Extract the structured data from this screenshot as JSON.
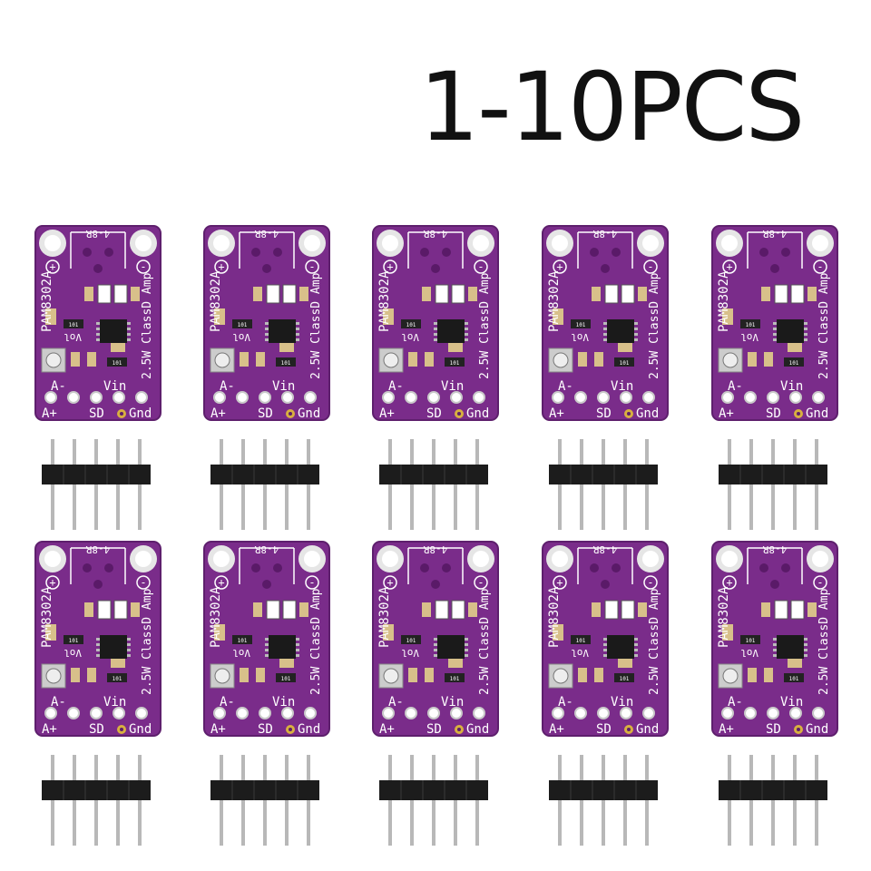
{
  "headline": "1-10PCS",
  "board": {
    "chip_label": "PAM8302A",
    "class_label": "2.5W ClassD Amp",
    "speaker_label": "4-8R",
    "pin_a_minus": "A-",
    "pin_vin": "Vin",
    "pin_a_plus": "A+",
    "pin_sd": "SD",
    "pin_gnd": "Gnd",
    "vol_label": "Vol",
    "plus_label": "+",
    "minus_label": "-",
    "resistor_code": "101"
  },
  "colors": {
    "pcb": "#7a2c8a",
    "pcb_edge": "#5e1f6d",
    "pad": "#d9d9d9",
    "header_plastic": "#1c1c1c",
    "pin": "#b8b8b8"
  },
  "layout": {
    "columns": 5,
    "rows": 2,
    "count": 10
  }
}
